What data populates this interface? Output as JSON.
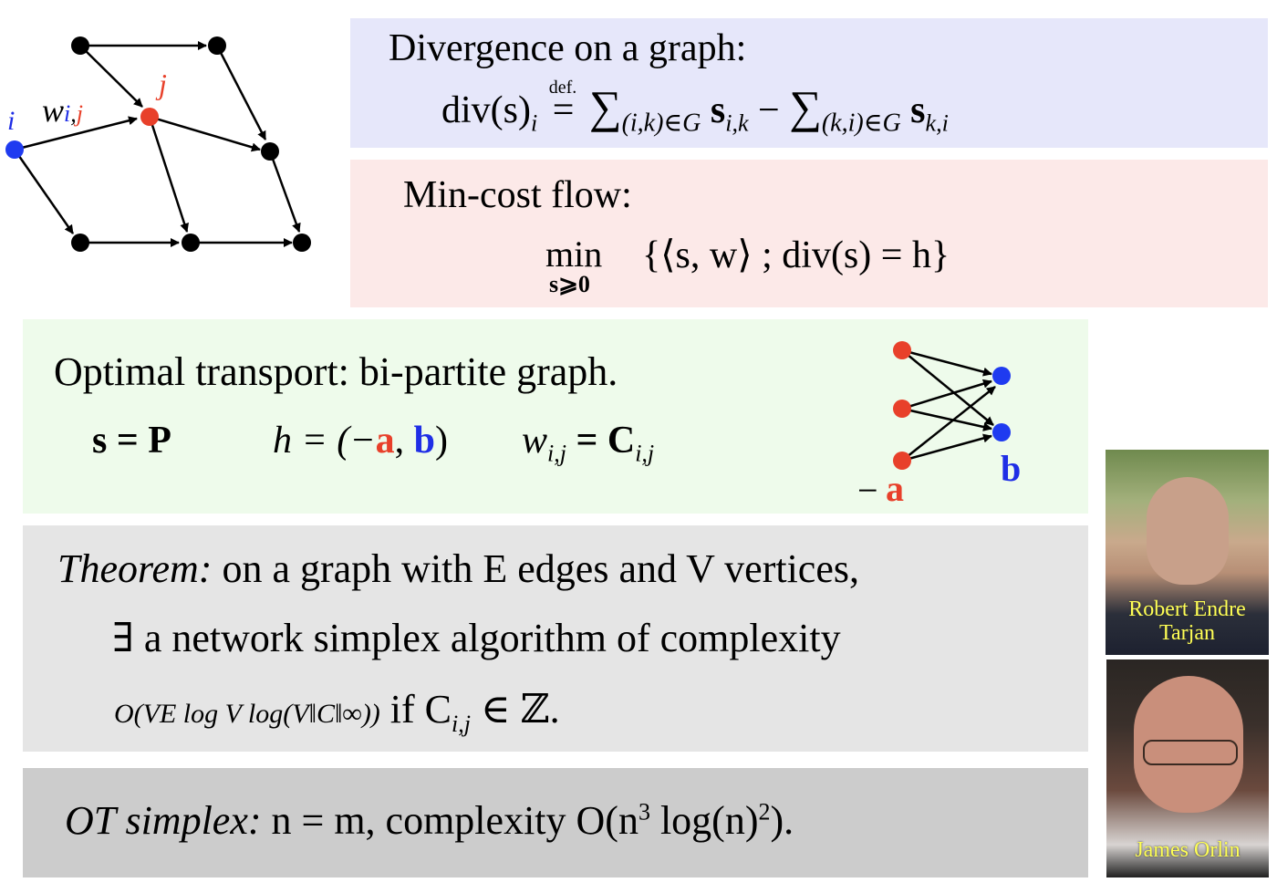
{
  "graph_figure": {
    "label_i": "i",
    "label_w": "w",
    "label_sub_i": "i",
    "label_comma": ",",
    "label_sub_j": "j",
    "label_j": "j",
    "colors": {
      "node": "#000000",
      "node_i": "#1f3bf0",
      "node_j": "#e8402a"
    }
  },
  "divergence": {
    "title": "Divergence on a graph:",
    "lhs": "div(s)",
    "lhs_sub": "i",
    "defeq_label": "def.",
    "eq": "=",
    "sum1": "∑",
    "sum1_sub": "(i,k)∈G",
    "term1": "s",
    "term1_sub": "i,k",
    "minus": "−",
    "sum2": "∑",
    "sum2_sub": "(k,i)∈G",
    "term2": "s",
    "term2_sub": "k,i",
    "bg": "#e6e7fa"
  },
  "min_cost_flow": {
    "title": "Min-cost flow:",
    "op": "min",
    "op_sub": "s⩾0",
    "expr": "{⟨s, w⟩ ; div(s) = h}",
    "bg": "#fce9e8"
  },
  "optimal_transport": {
    "title": "Optimal transport: bi-partite graph.",
    "eq1": "s = P",
    "eq2_pre": "h = (−",
    "eq2_a": "a",
    "eq2_mid": ", ",
    "eq2_b": "b",
    "eq2_post": ")",
    "eq3": "w",
    "eq3_sub": "i,j",
    "eq3_rhs": " = C",
    "eq3_rhs_sub": "i,j",
    "fig_label_a_minus": "−",
    "fig_label_a": "a",
    "fig_label_b": "b",
    "bg": "#eefbeb"
  },
  "theorem": {
    "label": "Theorem:",
    "line1": " on a graph with E edges and V vertices,",
    "line2": "∃ a network simplex algorithm of complexity",
    "line3_complexity": "O(VE log V log(V‖C‖∞))",
    "line3_rest": " if C",
    "line3_sub": "i,j",
    "line3_end": " ∈ ℤ.",
    "bg": "#e5e5e5"
  },
  "ot_simplex": {
    "label": "OT simplex:",
    "text": " n = m, complexity O(n",
    "sup1": "3",
    "text2": " log(n)",
    "sup2": "2",
    "text3": ").",
    "bg": "#cccccc"
  },
  "photos": [
    {
      "caption_line1": "Robert Endre",
      "caption_line2": "Tarjan"
    },
    {
      "caption_line1": "James Orlin",
      "caption_line2": ""
    }
  ]
}
